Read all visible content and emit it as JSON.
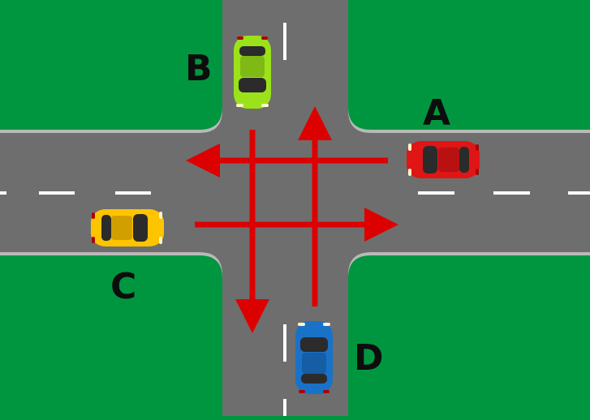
{
  "colors": {
    "grass": "#00963f",
    "road": "#6e6e6e",
    "curb": "#b9b9b9",
    "lane_marking": "#ffffff",
    "arrow": "#dd0000"
  },
  "cars": [
    {
      "label": "A",
      "color": "#e01515",
      "heading": "west",
      "turn": "straight"
    },
    {
      "label": "B",
      "color": "#9be21a",
      "heading": "south",
      "turn": "straight"
    },
    {
      "label": "C",
      "color": "#ffc400",
      "heading": "east",
      "turn": "straight"
    },
    {
      "label": "D",
      "color": "#1a72c8",
      "heading": "north",
      "turn": "straight"
    }
  ]
}
